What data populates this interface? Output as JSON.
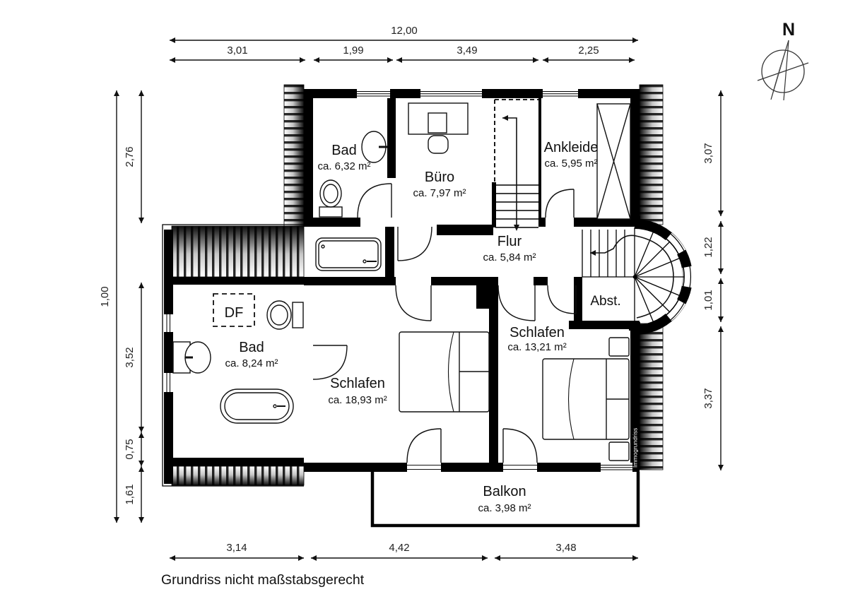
{
  "title": {
    "caption": "Grundriss nicht maßstabsgerecht"
  },
  "compass": {
    "label": "N"
  },
  "watermark": {
    "text": "Immogrundriss"
  },
  "rooms": [
    {
      "id": "bad-top",
      "name": "Bad",
      "area": "ca. 6,32 m²"
    },
    {
      "id": "buero",
      "name": "Büro",
      "area": "ca. 7,97 m²"
    },
    {
      "id": "ankleide",
      "name": "Ankleide",
      "area": "ca. 5,95 m²"
    },
    {
      "id": "flur",
      "name": "Flur",
      "area": "ca. 5,84 m²"
    },
    {
      "id": "abstellraum",
      "name": "Abst."
    },
    {
      "id": "bad-wing",
      "name": "Bad",
      "area": "ca. 8,24 m²"
    },
    {
      "id": "schlafen-1",
      "name": "Schlafen",
      "area": "ca. 18,93 m²"
    },
    {
      "id": "schlafen-2",
      "name": "Schlafen",
      "area": "ca. 13,21 m²"
    },
    {
      "id": "balkon",
      "name": "Balkon",
      "area": "ca. 3,98 m²"
    }
  ],
  "annotations": {
    "roof_window": "DF"
  },
  "dimensions": {
    "top_total": "12,00",
    "top_segments": [
      "3,01",
      "1,99",
      "3,49",
      "2,25"
    ],
    "left_total": "1,00",
    "left_segments": [
      "2,76",
      "3,52",
      "0,75",
      "1,61"
    ],
    "right_segments": [
      "3,07",
      "1,22",
      "1,01",
      "3,37"
    ],
    "bottom_segments": [
      "3,14",
      "4,42",
      "3,48"
    ]
  },
  "colors": {
    "wall": "#000000",
    "background": "#ffffff"
  }
}
